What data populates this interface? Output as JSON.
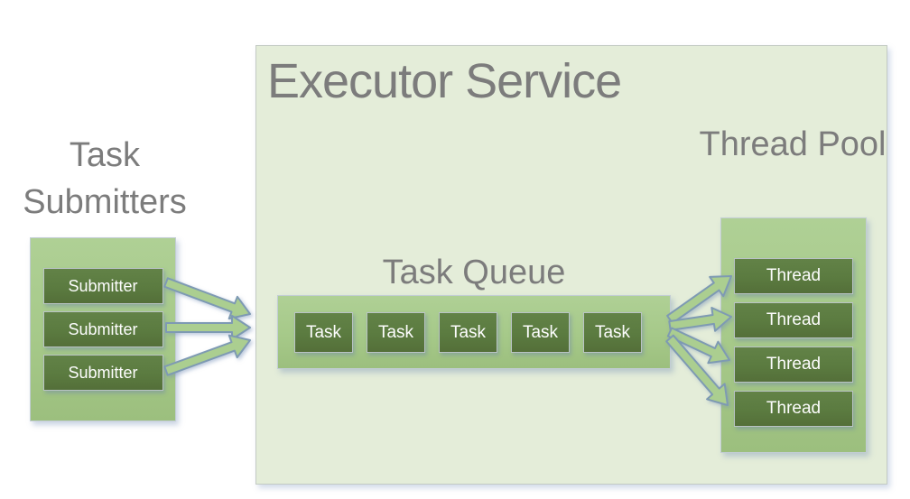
{
  "title": "Executor Service",
  "submitters": {
    "label": "Task Submitters",
    "items": [
      "Submitter",
      "Submitter",
      "Submitter"
    ]
  },
  "queue": {
    "label": "Task Queue",
    "items": [
      "Task",
      "Task",
      "Task",
      "Task",
      "Task"
    ]
  },
  "pool": {
    "label": "Thread Pool",
    "items": [
      "Thread",
      "Thread",
      "Thread",
      "Thread"
    ]
  },
  "colors": {
    "outer_fill": "#e4edd9",
    "container_fill": "#a6c989",
    "box_fill": "#5b7b40",
    "label_text": "#7c7c7c",
    "box_text": "#fdfdfd",
    "arrow_fill": "#abce90",
    "arrow_stroke": "#7e9ab3"
  }
}
